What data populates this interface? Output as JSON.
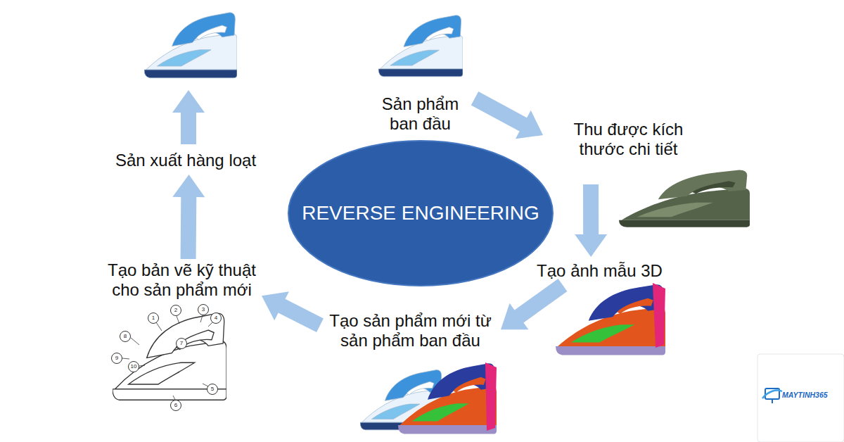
{
  "diagram": {
    "nodes": [
      {
        "text": [
          "REVERSE ENGINEERING"
        ]
      },
      {
        "text": [
          "Sản phẩm ban đầu"
        ]
      },
      {
        "text": [
          "Thu được kích thước chi tiết"
        ]
      },
      {
        "text": [
          "Tạo ảnh mẫu 3D"
        ]
      },
      {
        "text": [
          "Tạo sản phẩm mới từ sản phẩm ban đầu"
        ]
      },
      {
        "text": [
          "Tạo bản vẽ kỹ thuật cho sản phẩm mới"
        ]
      },
      {
        "text": [
          "Sản xuất hàng loạt"
        ]
      }
    ],
    "edges": [
      {
        "from": 1,
        "to": 2,
        "arrow": "to"
      },
      {
        "from": 2,
        "to": 3,
        "arrow": "to"
      },
      {
        "from": 3,
        "to": 4,
        "arrow": "to"
      },
      {
        "from": 4,
        "to": 5,
        "arrow": "to"
      },
      {
        "from": 5,
        "to": 6,
        "arrow": "to"
      }
    ],
    "labels": [
      "1",
      "2",
      "3",
      "4",
      "8",
      "9",
      "10",
      "7",
      "5",
      "6",
      "MAYTINH365"
    ]
  }
}
